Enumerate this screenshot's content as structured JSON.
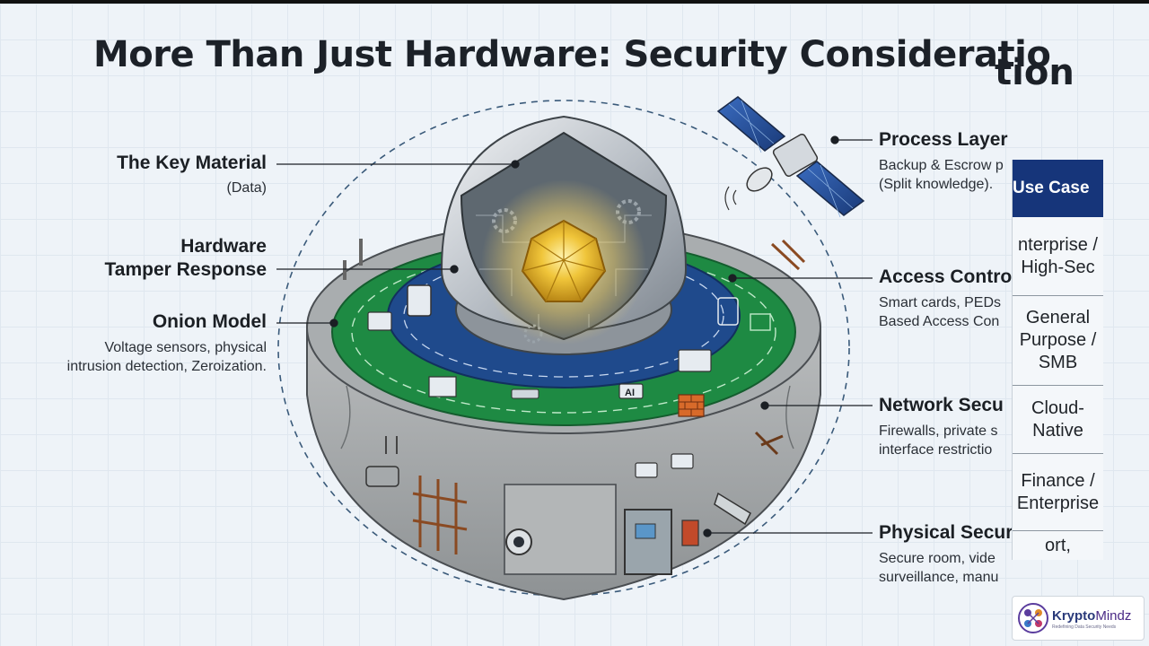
{
  "title": "More Than Just Hardware: Security Consideratio",
  "title_overflow": "tion",
  "left_labels": {
    "key_material": {
      "title": "The Key Material",
      "sub": "(Data)"
    },
    "tamper": {
      "title_line1": "Hardware",
      "title_line2": "Tamper Response"
    },
    "onion": {
      "title": "Onion Model",
      "sub_line1": "Voltage sensors, physical",
      "sub_line2": "intrusion detection, Zeroization."
    }
  },
  "right_labels": {
    "process": {
      "title": "Process Layer",
      "sub_line1": "Backup & Escrow p",
      "sub_line2": "(Split knowledge)."
    },
    "access": {
      "title": "Access Contro",
      "sub_line1": "Smart cards, PEDs",
      "sub_line2": "Based Access Con"
    },
    "network": {
      "title": "Network Secu",
      "sub_line1": "Firewalls, private s",
      "sub_line2": "interface restrictio"
    },
    "physical": {
      "title": "Physical Secur",
      "sub_line1": "Secure room, vide",
      "sub_line2": "surveillance, manu"
    }
  },
  "use_case_table": {
    "header": "Use Case",
    "rows": [
      {
        "line1": "nterprise /",
        "line2": "High-Sec"
      },
      {
        "line1": "General",
        "line2": "Purpose /",
        "line3": "SMB"
      },
      {
        "line1": "Cloud-",
        "line2": "Native"
      },
      {
        "line1": "Finance /",
        "line2": "Enterprise"
      },
      {
        "line1": "ort,"
      }
    ]
  },
  "diagram_text": {
    "ai_chip": "AI"
  },
  "logo": {
    "name_part1": "Krypto",
    "name_part2": "Mindz",
    "tagline": "Redefining Data Security Needs"
  },
  "colors": {
    "title": "#1c2128",
    "table_header": "#16357a",
    "green_ring": "#1e8a43",
    "blue_ring": "#1f4a8c",
    "gold_core": "#e8b923",
    "concrete": "#b9bcbd"
  }
}
